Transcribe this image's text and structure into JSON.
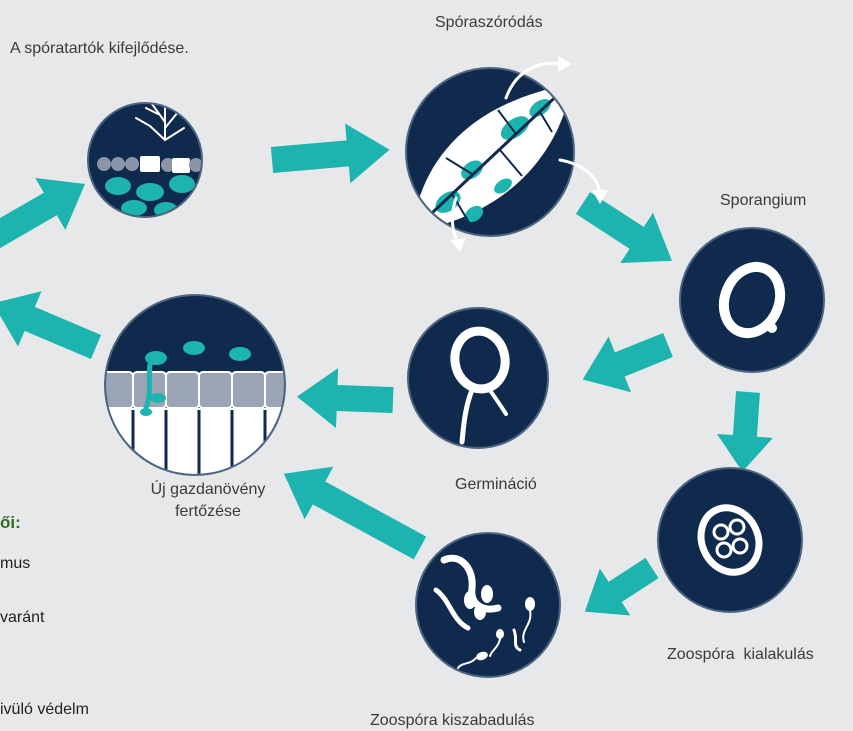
{
  "labels": {
    "sporophore_development": "A spóratartók kifejlődése.",
    "spore_dispersal": "Spóraszóródás",
    "sporangium": "Sporangium",
    "germination": "Germináció",
    "new_host_infection_line1": "Új gazdanövény",
    "new_host_infection_line2": "fertőzése",
    "zoospore_formation": "Zoospóra  kialakulás",
    "zoospore_release": "Zoospóra kiszabadulás"
  },
  "side_text": {
    "heading": "ői:",
    "line1": "mus",
    "line2": "varánt",
    "line3": "ivüló védelm"
  },
  "colors": {
    "background": "#e7e8e9",
    "circle": "#0f2a4c",
    "accent": "#1db3ae",
    "heading": "#2e6b1e",
    "text": "#3a3a3a"
  }
}
